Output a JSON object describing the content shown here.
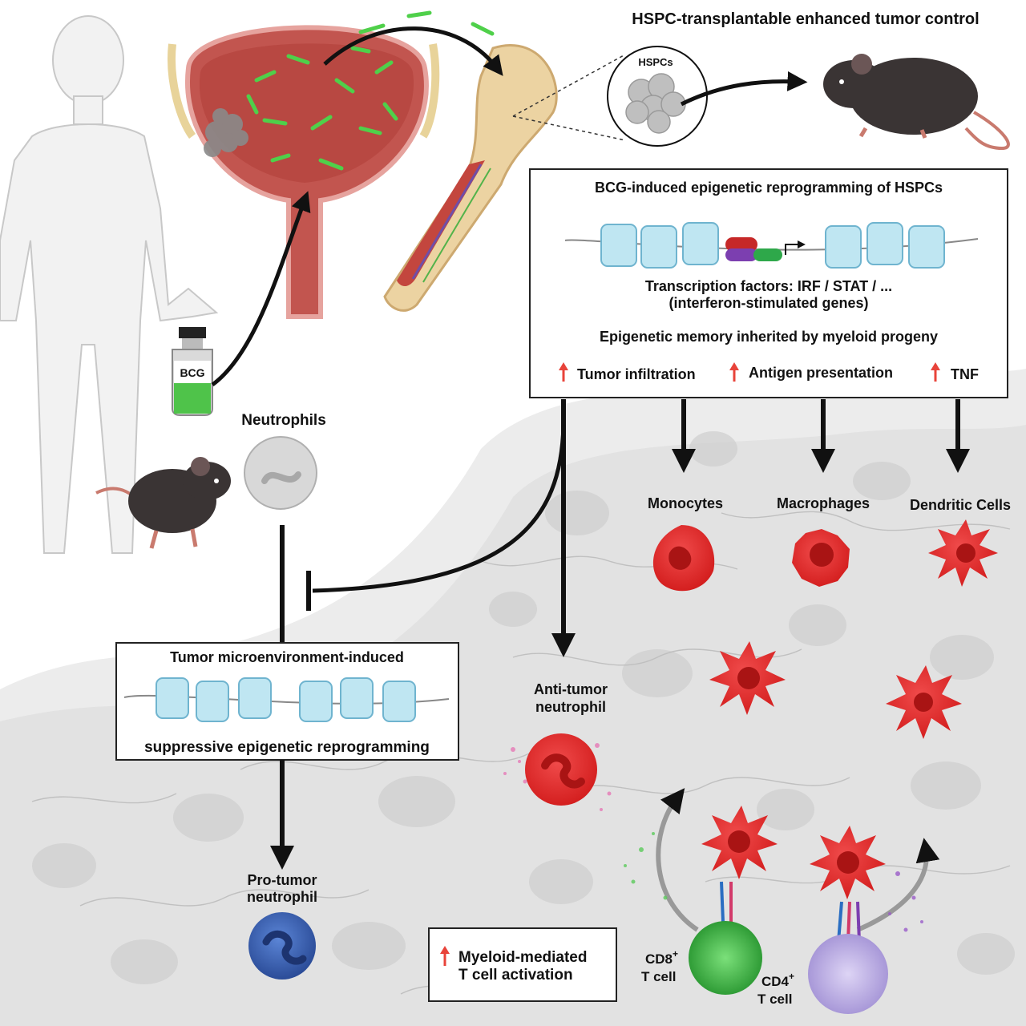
{
  "top_right_title": "HSPC-transplantable enhanced tumor control",
  "hspcs_label": "HSPCs",
  "bcg_label": "BCG",
  "neutrophils_label": "Neutrophils",
  "reprogramming_box": {
    "title": "BCG-induced epigenetic reprogramming of HSPCs",
    "tf_line1": "Transcription factors: IRF / STAT / ...",
    "tf_line2": "(interferon-stimulated genes)",
    "memory_line": "Epigenetic memory inherited by myeloid progeny",
    "effects": [
      "Tumor infiltration",
      "Antigen presentation",
      "TNF"
    ]
  },
  "cell_types": [
    "Monocytes",
    "Macrophages",
    "Dendritic Cells"
  ],
  "tme_box": {
    "title": "Tumor microenvironment-induced",
    "subtitle": "suppressive epigenetic reprogramming"
  },
  "anti_tumor_label": [
    "Anti-tumor",
    "neutrophil"
  ],
  "pro_tumor_label": [
    "Pro-tumor",
    "neutrophil"
  ],
  "myeloid_box": [
    "Myeloid-mediated",
    "T cell activation"
  ],
  "cd8": {
    "name": "CD8",
    "sup": "+",
    "line2": "T cell"
  },
  "cd4": {
    "name": "CD4",
    "sup": "+",
    "line2": "T cell"
  },
  "colors": {
    "red_cell": "#e32b2b",
    "blue_neutrophil": "#3a63b8",
    "green_tcell": "#46c24a",
    "purple_tcell": "#b7a8e0",
    "up_arrow": "#e8433a"
  }
}
